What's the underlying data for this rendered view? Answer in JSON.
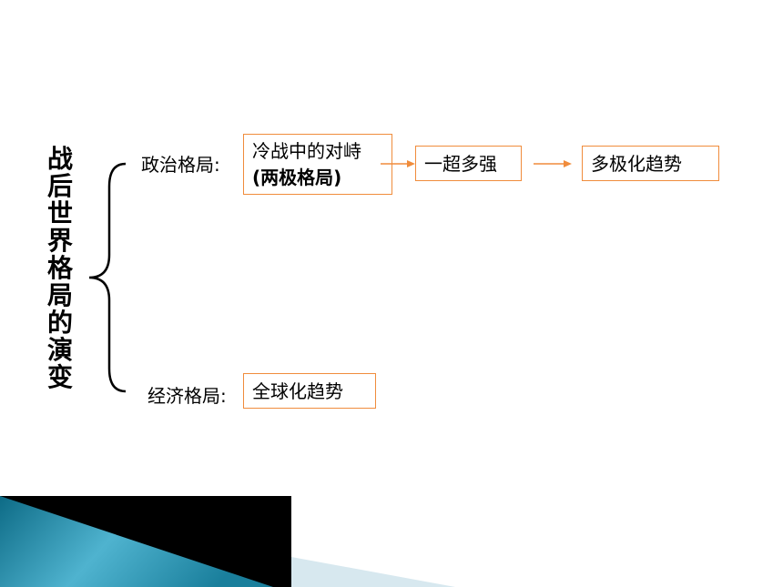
{
  "title_chars": [
    "战",
    "后",
    "世",
    "界",
    "格",
    "局",
    "的",
    "演",
    "变"
  ],
  "political": {
    "label": "政治格局:",
    "stage1_line1": "冷战中的对峙",
    "stage1_line2": "(两极格局)",
    "stage2": "一超多强",
    "stage3": "多极化趋势"
  },
  "economic": {
    "label": "经济格局:",
    "stage1": "全球化趋势"
  },
  "colors": {
    "box_border": "#f08c3c",
    "arrow": "#f08c3c",
    "deco_dark": "#000000",
    "deco_teal": "#1a7f9c",
    "deco_light": "#d7e8ef"
  }
}
